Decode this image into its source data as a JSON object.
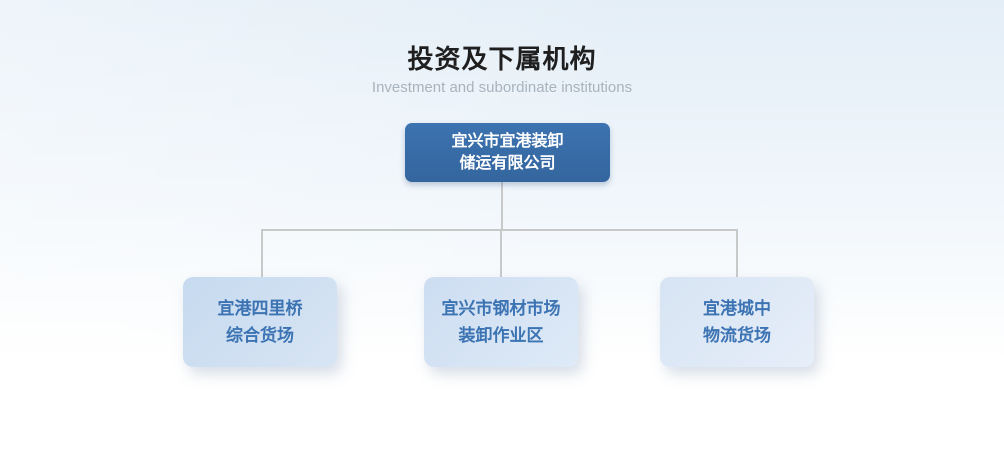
{
  "page": {
    "title": "投资及下属机构",
    "subtitle": "Investment and subordinate institutions"
  },
  "org_chart": {
    "root": {
      "name_line1": "宜兴市宜港装卸",
      "name_line2": "储运有限公司"
    },
    "children": [
      {
        "name_line1": "宜港四里桥",
        "name_line2": "综合货场"
      },
      {
        "name_line1": "宜兴市钢材市场",
        "name_line2": "装卸作业区"
      },
      {
        "name_line1": "宜港城中",
        "name_line2": "物流货场"
      }
    ]
  },
  "colors": {
    "title_text": "#1f1f1f",
    "subtitle_text": "#a9b3bd",
    "root_box_bg": "#3c73b0",
    "root_box_text": "#ffffff",
    "child_box_text": "#3c73b3",
    "connector": "#c8c9c9",
    "bg_top": "#e4eef7",
    "bg_bottom": "#ffffff"
  }
}
